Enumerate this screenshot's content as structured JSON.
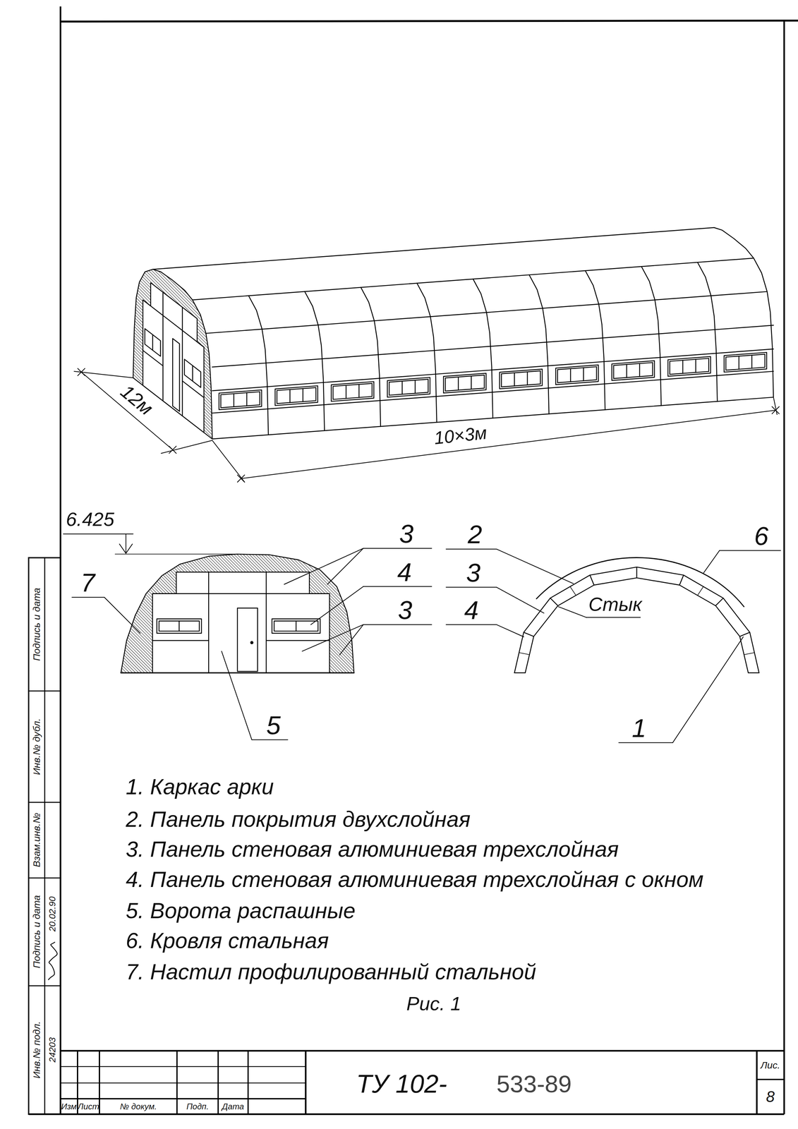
{
  "diagram": {
    "caption": "Рис. 1",
    "labels": [
      "12м",
      "10×3м",
      "6.425",
      "3",
      "4",
      "3",
      "7",
      "5",
      "2",
      "3",
      "4",
      "Стык",
      "6",
      "1",
      "1. Каркас арки",
      "2. Панель покрытия двухслойная",
      "3. Панель стеновая алюминиевая трехслойная",
      "4. Панель стеновая алюминиевая трехслойная с окном",
      "5. Ворота распашные",
      "6. Кровля стальная",
      "7. Настил профилированный стальной",
      "ТУ 102-",
      "533-89",
      "Лис.",
      "8",
      "Изм",
      "Лист",
      "№ докум.",
      "Подп.",
      "Дата",
      "Подпись и дата",
      "Инв.№ дубл.",
      "Взам.инв.№",
      "Подпись и дата",
      "Инв.№ подл.",
      "20.02.90",
      "24203"
    ]
  }
}
